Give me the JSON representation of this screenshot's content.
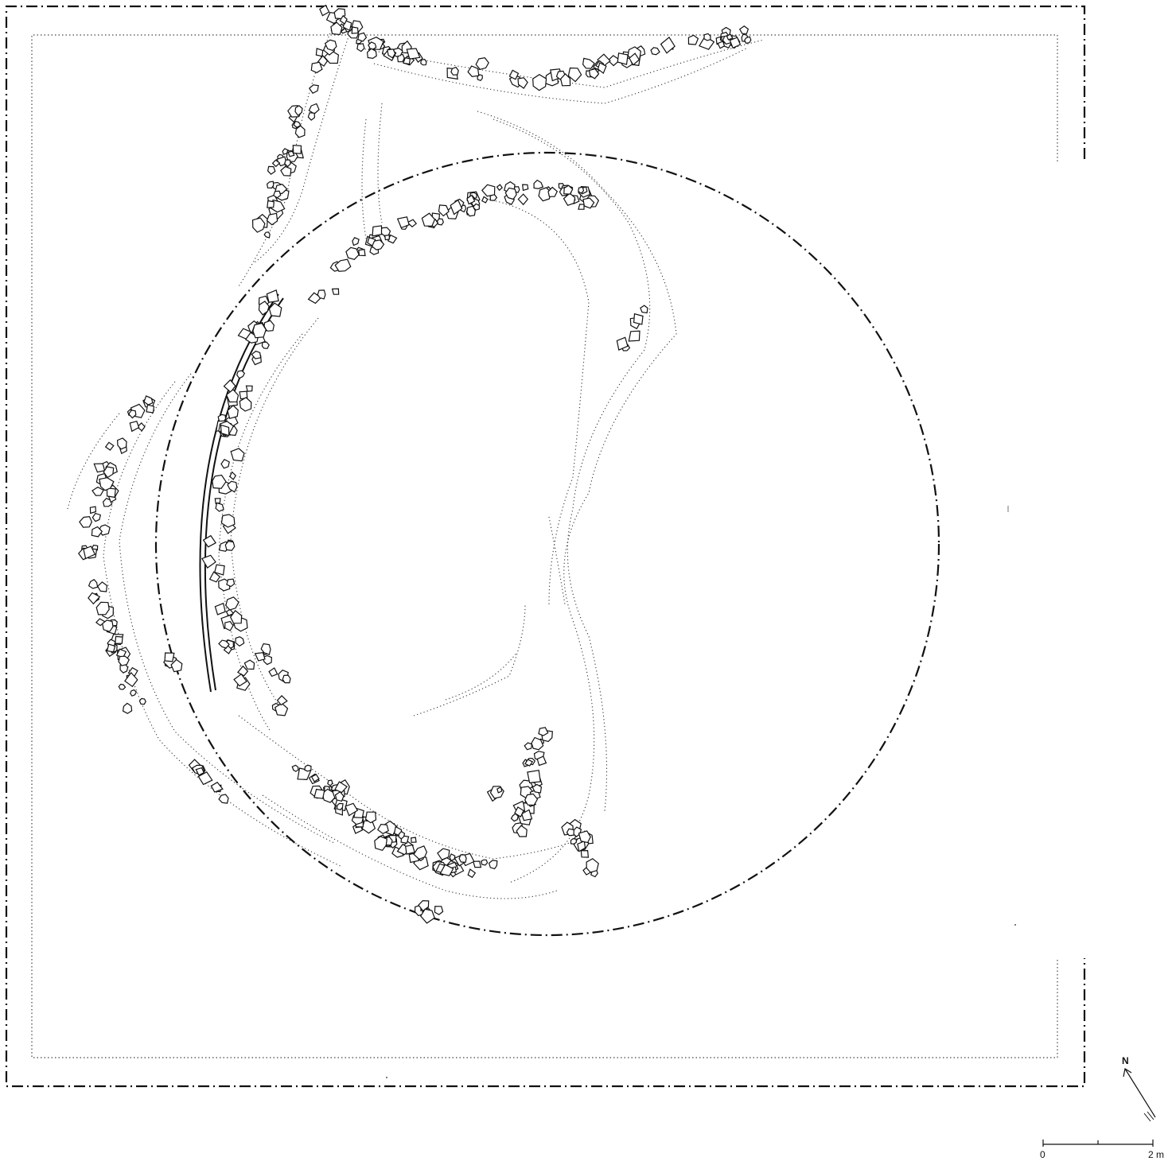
{
  "north_arrow": {
    "label": "N"
  },
  "scale_bar": {
    "start_label": "0",
    "end_label": "2 m"
  }
}
